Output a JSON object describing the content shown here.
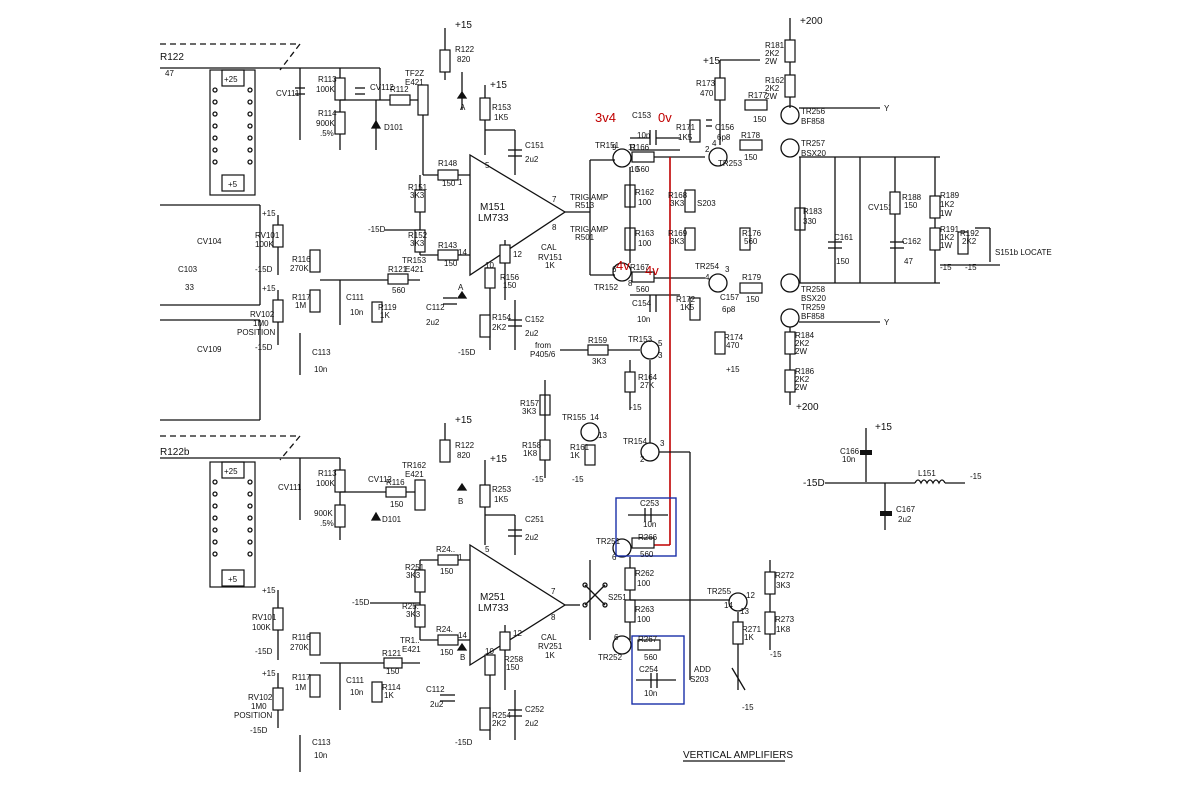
{
  "title": "VERTICAL AMPLIFIERS",
  "measurements": [
    "3v4",
    "0v",
    "4v",
    "4v"
  ],
  "rails": [
    "+15",
    "-15",
    "+200",
    "-15D",
    "+5",
    "+25"
  ],
  "opamps": [
    {
      "name": "M151",
      "type": "LM733"
    },
    {
      "name": "M251",
      "type": "LM733"
    }
  ],
  "transistors": [
    "TR151",
    "TR152",
    "TR153",
    "TR154",
    "TR155",
    "TR162",
    "TR251",
    "TR252",
    "TR253",
    "TR254",
    "TR255",
    "TR256",
    "TR257",
    "TR258",
    "TR259"
  ],
  "transistor_types": {
    "TR256": "BF858",
    "TR257": "BSX20",
    "TR258": "BSX20",
    "TR259": "BF858"
  },
  "resistors": [
    {
      "ref": "R122",
      "value": "47"
    },
    {
      "ref": "R122",
      "value": "820"
    },
    {
      "ref": "R113",
      "value": "100K"
    },
    {
      "ref": "R114",
      "value": "900K .5%"
    },
    {
      "ref": "R148",
      "value": "150"
    },
    {
      "ref": "R151",
      "value": "3K3"
    },
    {
      "ref": "R152",
      "value": "3K3"
    },
    {
      "ref": "R143",
      "value": "150"
    },
    {
      "ref": "R121",
      "value": "560"
    },
    {
      "ref": "R153",
      "value": "1K5"
    },
    {
      "ref": "R166",
      "value": "560"
    },
    {
      "ref": "R162",
      "value": "100"
    },
    {
      "ref": "R163",
      "value": "100"
    },
    {
      "ref": "R167",
      "value": "560"
    },
    {
      "ref": "R156",
      "value": "150"
    },
    {
      "ref": "R154",
      "value": "2K2"
    },
    {
      "ref": "R159",
      "value": "3K3"
    },
    {
      "ref": "R164",
      "value": "27K"
    },
    {
      "ref": "R157",
      "value": "3K3"
    },
    {
      "ref": "R158",
      "value": "1K8"
    },
    {
      "ref": "R161",
      "value": "1K"
    },
    {
      "ref": "R173",
      "value": "470"
    },
    {
      "ref": "R171",
      "value": "1K5"
    },
    {
      "ref": "R178",
      "value": "150"
    },
    {
      "ref": "R177",
      "value": "150"
    },
    {
      "ref": "R168",
      "value": "3K3"
    },
    {
      "ref": "R169",
      "value": "3K3"
    },
    {
      "ref": "R176",
      "value": "560"
    },
    {
      "ref": "R172",
      "value": "1K5"
    },
    {
      "ref": "R179",
      "value": "150"
    },
    {
      "ref": "R174",
      "value": "470"
    },
    {
      "ref": "R181",
      "value": "2K2 2W"
    },
    {
      "ref": "R162",
      "value": "2K2 2W"
    },
    {
      "ref": "R183",
      "value": "330"
    },
    {
      "ref": "R188",
      "value": "150"
    },
    {
      "ref": "R189",
      "value": "1K2 1W"
    },
    {
      "ref": "R191",
      "value": "1K2 1W"
    },
    {
      "ref": "R192",
      "value": "2K2"
    },
    {
      "ref": "R184",
      "value": "2K2 2W"
    },
    {
      "ref": "R186",
      "value": "2K2 2W"
    },
    {
      "ref": "R116",
      "value": "270K"
    },
    {
      "ref": "R117",
      "value": "1M"
    },
    {
      "ref": "R119",
      "value": "1K"
    },
    {
      "ref": "R253",
      "value": "1K5"
    },
    {
      "ref": "R266",
      "value": "560"
    },
    {
      "ref": "R262",
      "value": "100"
    },
    {
      "ref": "R263",
      "value": "100"
    },
    {
      "ref": "R267",
      "value": "560"
    },
    {
      "ref": "R272",
      "value": "3K3"
    },
    {
      "ref": "R273",
      "value": "1K8"
    },
    {
      "ref": "R271",
      "value": "1K"
    },
    {
      "ref": "R258",
      "value": "150"
    },
    {
      "ref": "R254",
      "value": "2K2"
    },
    {
      "ref": "R114",
      "value": "1K"
    }
  ],
  "capacitors": [
    {
      "ref": "C153",
      "value": "10n"
    },
    {
      "ref": "C156",
      "value": "6p8"
    },
    {
      "ref": "C151",
      "value": "2u2"
    },
    {
      "ref": "C154",
      "value": "10n"
    },
    {
      "ref": "C157",
      "value": "6p8"
    },
    {
      "ref": "C152",
      "value": "2u2"
    },
    {
      "ref": "C111",
      "value": "10n"
    },
    {
      "ref": "C112",
      "value": "2u2"
    },
    {
      "ref": "C113",
      "value": "10n"
    },
    {
      "ref": "C103",
      "value": "33"
    },
    {
      "ref": "C161",
      "value": "150"
    },
    {
      "ref": "C162",
      "value": "47"
    },
    {
      "ref": "C166",
      "value": "10n"
    },
    {
      "ref": "C167",
      "value": "2u2"
    },
    {
      "ref": "C253",
      "value": "10n"
    },
    {
      "ref": "C254",
      "value": "10n"
    },
    {
      "ref": "C251",
      "value": "2u2"
    },
    {
      "ref": "C252",
      "value": "2u2"
    }
  ],
  "trimmers": [
    "CV111",
    "CV112",
    "CV104",
    "CV109",
    "CV151",
    "RV101 100K",
    "RV102 1M0 POSITION",
    "RV151 1K",
    "RV251 1K"
  ],
  "labels": {
    "trig_amp_1": "TRIG AMP R513",
    "trig_amp_2": "TRIG AMP R501",
    "cal": "CAL",
    "from": "from P405/6",
    "locate": "S151b LOCATE",
    "add": "ADD S203",
    "switch1": "S203",
    "switch2": "S251",
    "inductor": "L151",
    "r122b": "R122b",
    "out_y": "Y",
    "node_a": "A",
    "node_b": "B",
    "diode": "D101",
    "tfz": "TF2Z E421",
    "tr162": "TR162 E421"
  }
}
